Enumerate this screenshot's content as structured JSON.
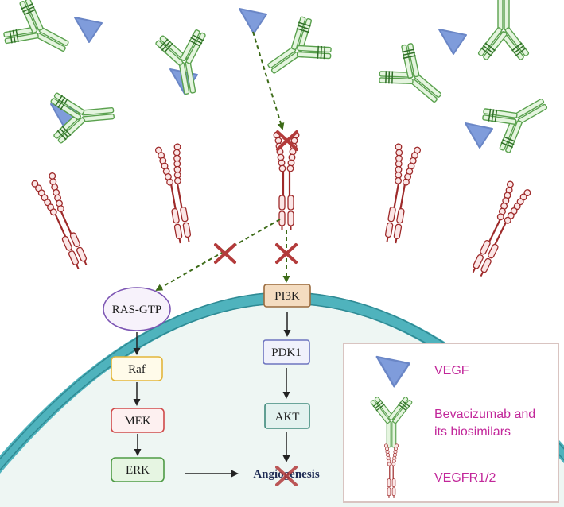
{
  "pathway": {
    "ras": "RAS-GTP",
    "raf": "Raf",
    "mek": "MEK",
    "erk": "ERK",
    "pi3k": "PI3K",
    "pdk1": "PDK1",
    "akt": "AKT",
    "outcome": "Angiogenesis"
  },
  "legend": {
    "vegf": "VEGF",
    "antibody_line1": "Bevacizumab and",
    "antibody_line2": "its biosimilars",
    "receptor": "VEGFR1/2"
  },
  "colors": {
    "legend_text": "#c2279a",
    "block_cross": "#b33b3b",
    "arrow_green": "#3d6b18",
    "membrane": "#4fb3bd",
    "cell_fill": "#eef6f3",
    "vegf_fill": "#7f9cdb",
    "antibody_stroke": "#5aa14e",
    "receptor_stroke": "#9e2a2a"
  }
}
